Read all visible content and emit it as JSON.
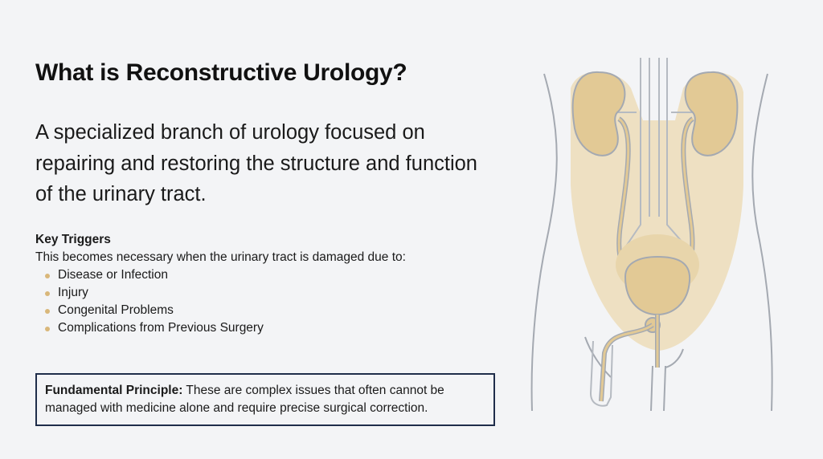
{
  "title": "What is Reconstructive Urology?",
  "subtitle": "A specialized branch of urology focused on repairing and restoring the structure and function of the urinary tract.",
  "key_triggers": {
    "heading": "Key Triggers",
    "intro": "This becomes necessary when the urinary tract is damaged due to:",
    "items": [
      "Disease or Infection",
      "Injury",
      "Congenital Problems",
      "Complications from Previous Surgery"
    ]
  },
  "principle": {
    "label": "Fundamental Principle:",
    "text": " These are complex issues that often cannot be managed with medicine alone and require precise surgical correction."
  },
  "colors": {
    "accent": "#d9b77a",
    "organ": "#e3cc9c",
    "outline": "#9aa0a8",
    "box_border": "#1f2d4a"
  }
}
